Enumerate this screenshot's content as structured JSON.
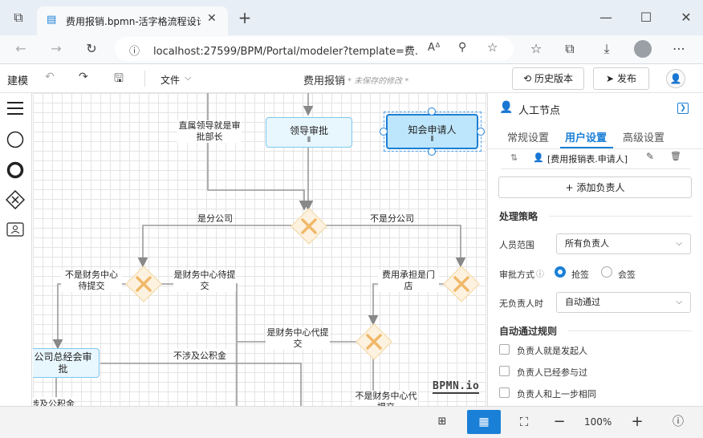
{
  "browser": {
    "tab_title": "费用报销.bpmn-活字格流程设计",
    "url": "localhost:27599/BPM/Portal/modeler?template=费..."
  },
  "toolbar": {
    "build_label": "建模",
    "file_menu": "文件",
    "doc_title": "费用报销",
    "unsaved": "* 未保存的修改 *",
    "history_button": "历史版本",
    "publish_button": "发布"
  },
  "diagram": {
    "tasks": {
      "leader_approval": "领导审批",
      "cc_applicant": "知会申请人",
      "gm_approval": "公司总经会审批"
    },
    "flow_labels": {
      "direct_leader": "直属领导就是审批部长",
      "is_branch": "是分公司",
      "not_branch": "不是分公司",
      "not_finance_submit": "不是财务中心待提交",
      "is_finance_pending": "是财务中心待提交",
      "cost_store": "费用承担是门店",
      "is_finance_proxy": "是财务中心代提交",
      "no_fund": "不涉及公积金",
      "fund_partial": "涉及公积金",
      "not_finance_center": "不是财务中心代提交"
    },
    "watermark": "BPMN.io"
  },
  "panel": {
    "title": "人工节点",
    "tabs": [
      "常规设置",
      "用户设置",
      "高级设置"
    ],
    "active_tab": 1,
    "assignee": "[费用报销表.申请人]",
    "add_assignee": "添加负责人",
    "strategy_title": "处理策略",
    "scope_label": "人员范围",
    "scope_value": "所有负责人",
    "approve_label": "审批方式",
    "approve_opt1": "抢签",
    "approve_opt2": "会签",
    "no_owner_label": "无负责人时",
    "no_owner_value": "自动通过",
    "auto_rules_title": "自动通过规则",
    "rules": [
      "负责人就是发起人",
      "负责人已经参与过",
      "负责人和上一步相同"
    ]
  },
  "zoom": "100%",
  "colors": {
    "accent": "#1a7fd6",
    "task_fill": "#e8f6fd",
    "task_selected_fill": "#bde5fb",
    "gateway_fill": "#fdf2e0",
    "gateway_x": "#f0b86a"
  }
}
